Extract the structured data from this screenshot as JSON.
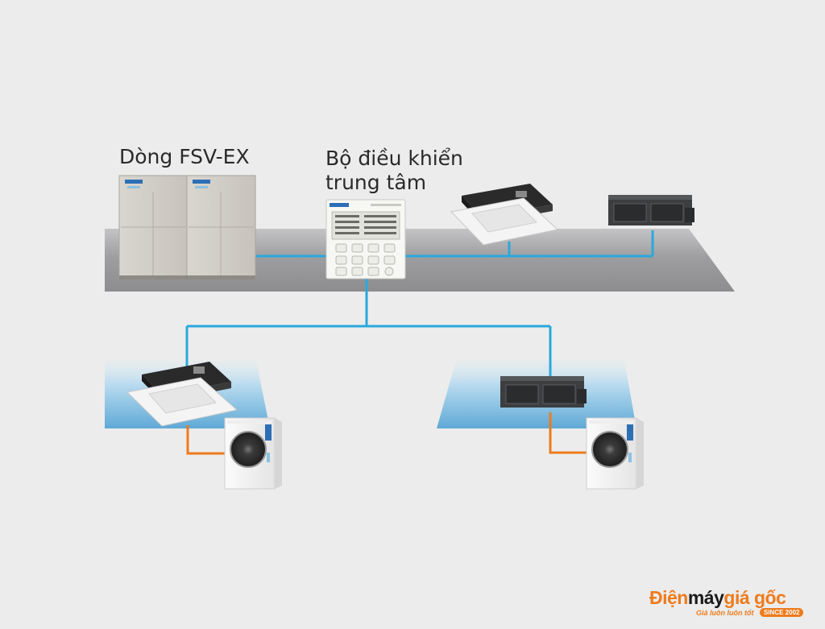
{
  "labels": {
    "fsv_series": "Dòng FSV-EX",
    "controller_line1": "Bộ điều khiển",
    "controller_line2": "trung tâm"
  },
  "watermark": {
    "brand_dien": "Điện",
    "brand_may": "máy",
    "brand_giagoc": "giá gốc",
    "tagline": "Giá luôn luôn tốt",
    "since": "SINCE 2002"
  },
  "colors": {
    "background": "#ececec",
    "network_line": "#2aa8dc",
    "refrigerant_line": "#ee7b1c",
    "platform": "#9a9a9c",
    "brand_accent": "#ee7b1c"
  },
  "devices": [
    {
      "id": "fsv-ex-outdoor-unit",
      "icon": "vrf-outdoor-unit-icon"
    },
    {
      "id": "central-controller",
      "icon": "central-controller-icon"
    },
    {
      "id": "cassette-unit-top",
      "icon": "ceiling-cassette-icon"
    },
    {
      "id": "ducted-unit-top",
      "icon": "ducted-unit-icon"
    },
    {
      "id": "cassette-unit-left",
      "icon": "ceiling-cassette-icon"
    },
    {
      "id": "outdoor-unit-left",
      "icon": "split-outdoor-unit-icon"
    },
    {
      "id": "ducted-unit-right",
      "icon": "ducted-unit-icon"
    },
    {
      "id": "outdoor-unit-right",
      "icon": "split-outdoor-unit-icon"
    }
  ]
}
